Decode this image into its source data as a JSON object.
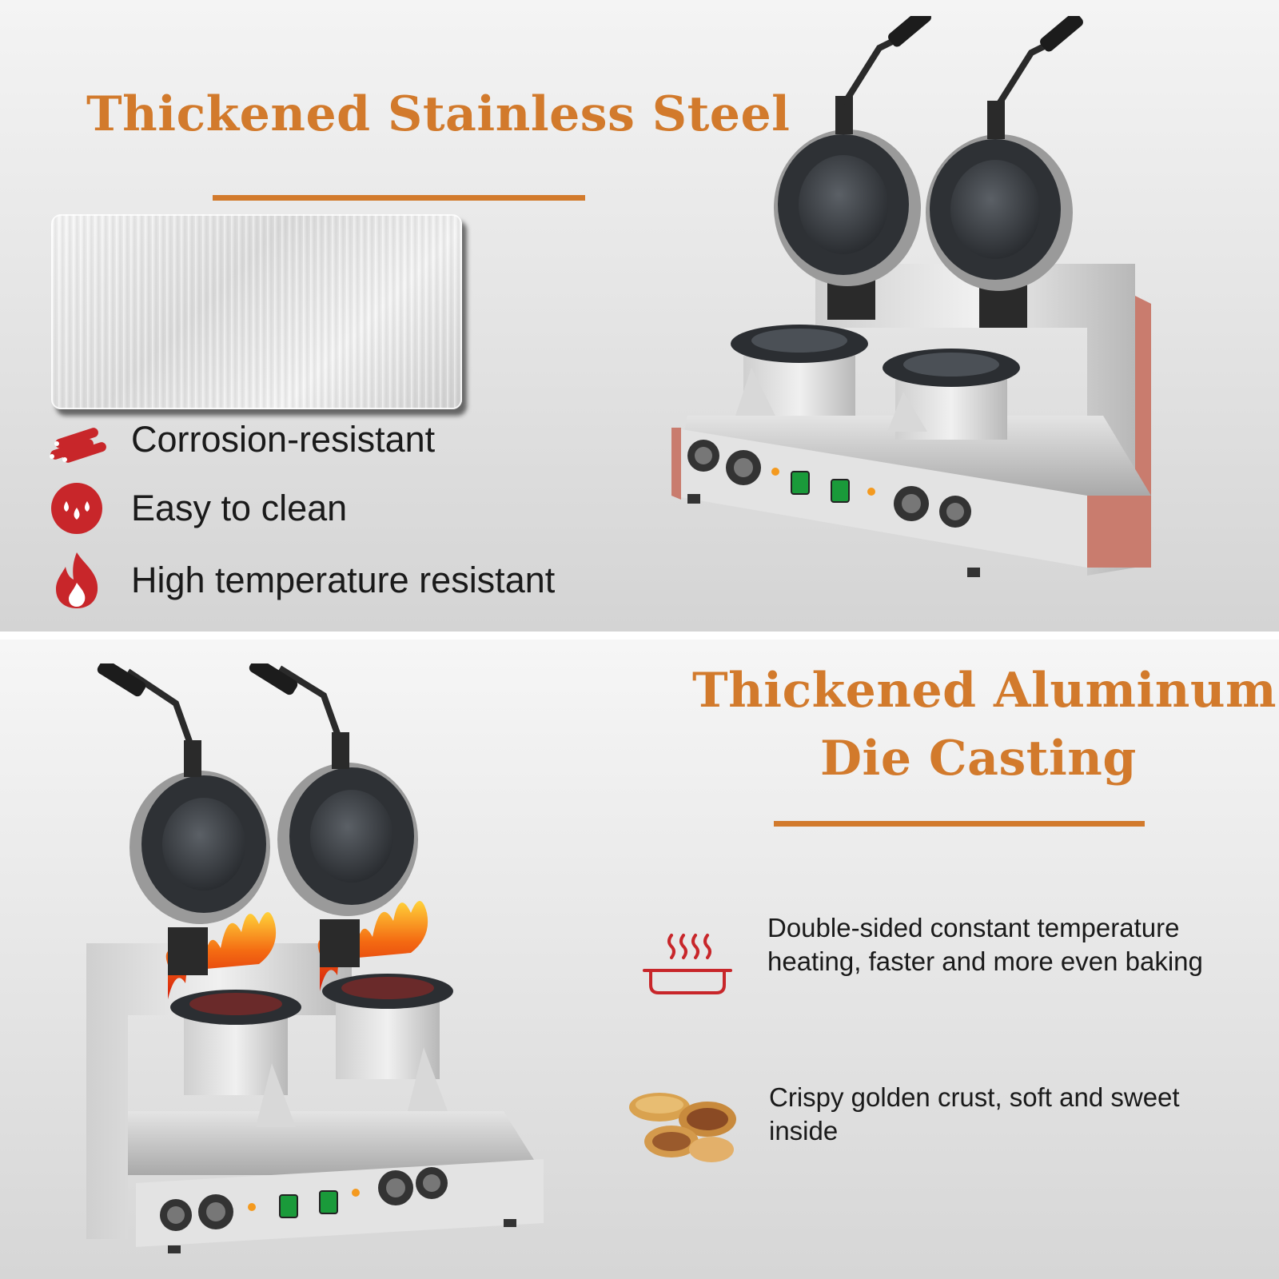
{
  "top": {
    "title": "Thickened Stainless Steel",
    "features": [
      {
        "icon": "rods-icon",
        "label": "Corrosion-resistant"
      },
      {
        "icon": "water-drops-icon",
        "label": "Easy to clean"
      },
      {
        "icon": "flame-icon",
        "label": "High temperature resistant"
      }
    ]
  },
  "bottom": {
    "title_line1": "Thickened Aluminum",
    "title_line2": "Die Casting",
    "features": [
      {
        "icon": "steam-pan-icon",
        "label": "Double-sided constant temperature heating, faster and more even baking"
      },
      {
        "icon": "pastry-icon",
        "label": "Crispy golden crust, soft and sweet inside"
      }
    ]
  },
  "colors": {
    "accent": "#d27a2c",
    "icon_red": "#c8262a",
    "text": "#1a1a1a"
  }
}
